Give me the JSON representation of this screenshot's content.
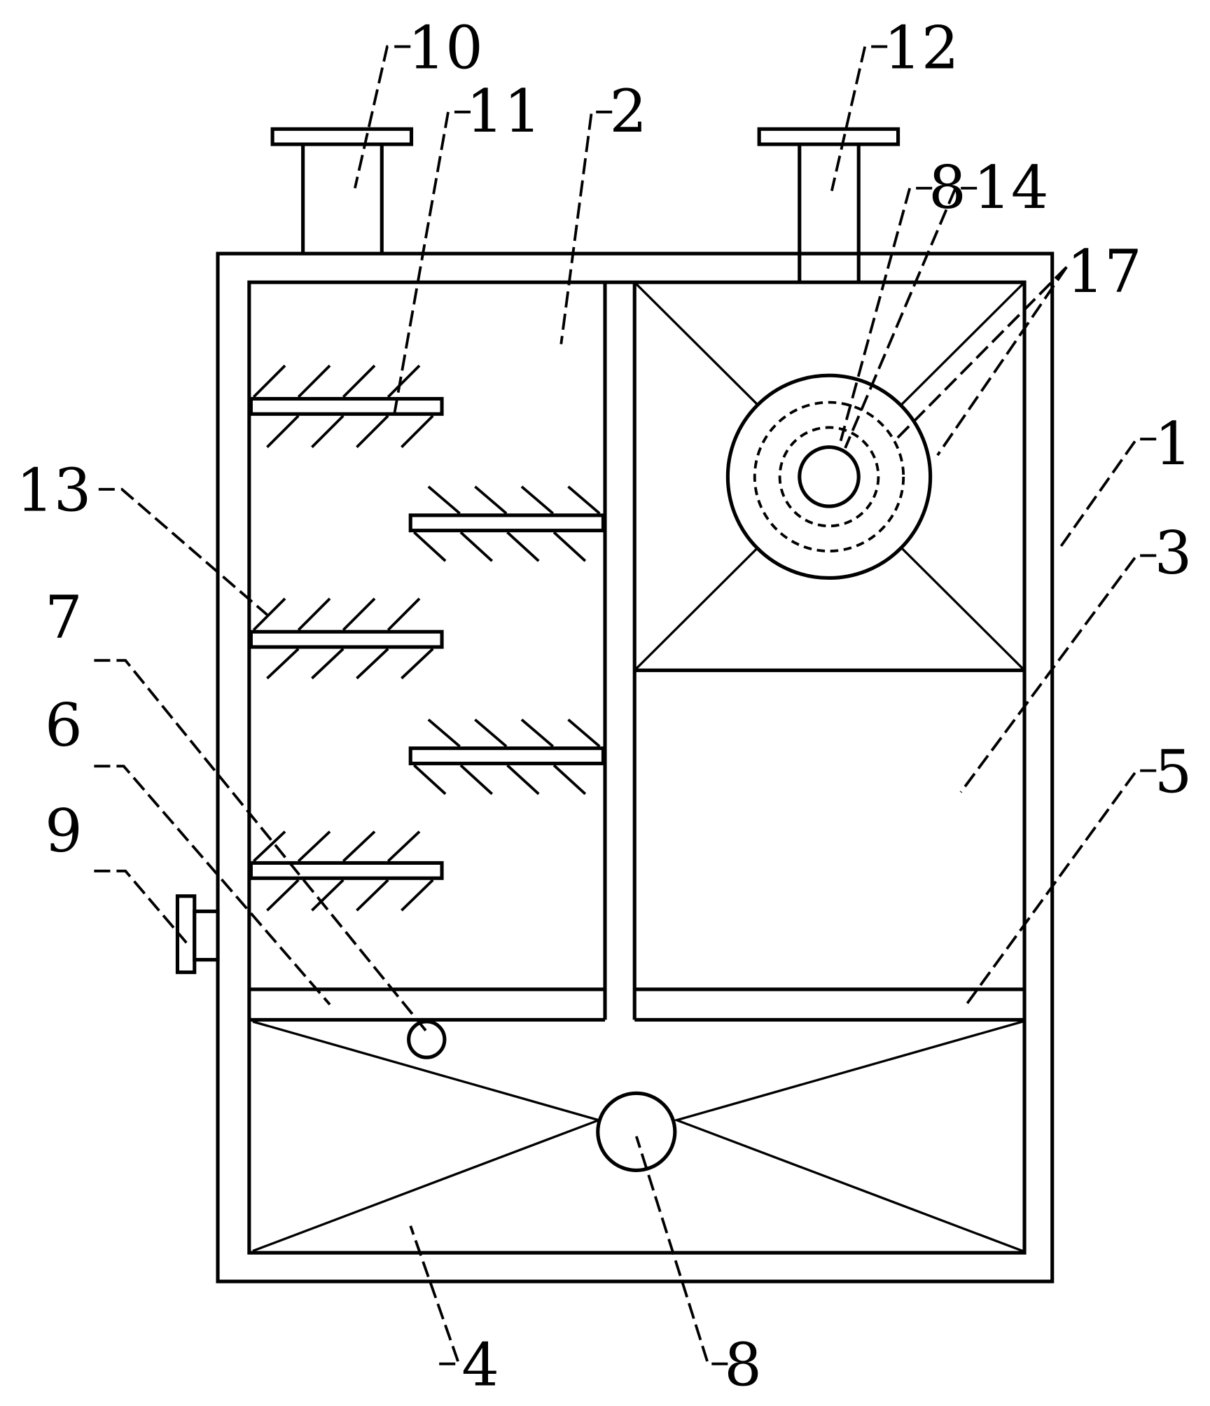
{
  "figure": {
    "callouts": {
      "c1": "1",
      "c2": "2",
      "c3": "3",
      "c4": "4",
      "c5": "5",
      "c6": "6",
      "c7": "7",
      "c8_top": "8",
      "c8_bottom": "8",
      "c9": "9",
      "c10": "10",
      "c11": "11",
      "c12": "12",
      "c13": "13",
      "c14": "14",
      "c17": "17"
    }
  }
}
